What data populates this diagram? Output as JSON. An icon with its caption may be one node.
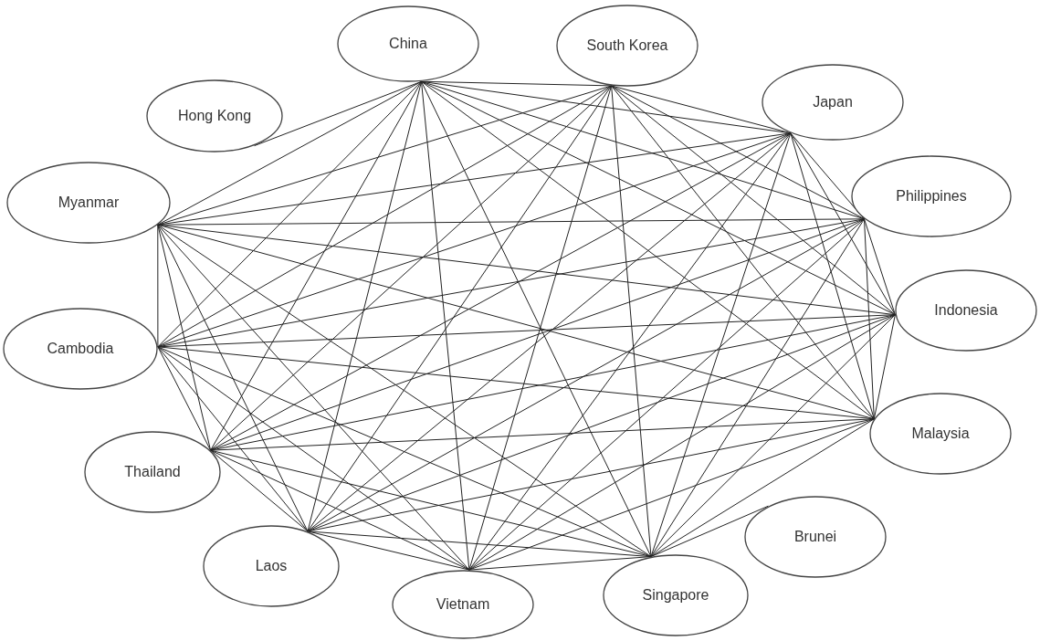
{
  "diagram": {
    "nodes": [
      {
        "text": [
          "Hong Kong"
        ]
      },
      {
        "text": [
          "China"
        ]
      },
      {
        "text": [
          "South Korea"
        ]
      },
      {
        "text": [
          "Japan"
        ]
      },
      {
        "text": [
          "Myanmar"
        ]
      },
      {
        "text": [
          "Philippines"
        ]
      },
      {
        "text": [
          "Indonesia"
        ]
      },
      {
        "text": [
          "Cambodia"
        ]
      },
      {
        "text": [
          "Malaysia"
        ]
      },
      {
        "text": [
          "Thailand"
        ]
      },
      {
        "text": [
          "Brunei"
        ]
      },
      {
        "text": [
          "Laos"
        ]
      },
      {
        "text": [
          "Singapore"
        ]
      },
      {
        "text": [
          "Vietnam"
        ]
      }
    ],
    "edges": [
      {
        "from": 0,
        "to": 1,
        "arrow": "none"
      },
      {
        "from": 1,
        "to": 2,
        "arrow": "none"
      },
      {
        "from": 1,
        "to": 3,
        "arrow": "none"
      },
      {
        "from": 1,
        "to": 4,
        "arrow": "none"
      },
      {
        "from": 1,
        "to": 5,
        "arrow": "none"
      },
      {
        "from": 1,
        "to": 6,
        "arrow": "none"
      },
      {
        "from": 1,
        "to": 7,
        "arrow": "none"
      },
      {
        "from": 1,
        "to": 8,
        "arrow": "none"
      },
      {
        "from": 1,
        "to": 9,
        "arrow": "none"
      },
      {
        "from": 1,
        "to": 11,
        "arrow": "none"
      },
      {
        "from": 1,
        "to": 12,
        "arrow": "none"
      },
      {
        "from": 1,
        "to": 13,
        "arrow": "none"
      },
      {
        "from": 2,
        "to": 3,
        "arrow": "none"
      },
      {
        "from": 2,
        "to": 4,
        "arrow": "none"
      },
      {
        "from": 2,
        "to": 5,
        "arrow": "none"
      },
      {
        "from": 2,
        "to": 6,
        "arrow": "none"
      },
      {
        "from": 2,
        "to": 7,
        "arrow": "none"
      },
      {
        "from": 2,
        "to": 8,
        "arrow": "none"
      },
      {
        "from": 2,
        "to": 9,
        "arrow": "none"
      },
      {
        "from": 2,
        "to": 11,
        "arrow": "none"
      },
      {
        "from": 2,
        "to": 12,
        "arrow": "none"
      },
      {
        "from": 2,
        "to": 13,
        "arrow": "none"
      },
      {
        "from": 3,
        "to": 4,
        "arrow": "none"
      },
      {
        "from": 3,
        "to": 5,
        "arrow": "none"
      },
      {
        "from": 3,
        "to": 6,
        "arrow": "none"
      },
      {
        "from": 3,
        "to": 7,
        "arrow": "none"
      },
      {
        "from": 3,
        "to": 8,
        "arrow": "none"
      },
      {
        "from": 3,
        "to": 9,
        "arrow": "none"
      },
      {
        "from": 3,
        "to": 11,
        "arrow": "none"
      },
      {
        "from": 3,
        "to": 12,
        "arrow": "none"
      },
      {
        "from": 3,
        "to": 13,
        "arrow": "none"
      },
      {
        "from": 4,
        "to": 5,
        "arrow": "none"
      },
      {
        "from": 4,
        "to": 6,
        "arrow": "none"
      },
      {
        "from": 4,
        "to": 7,
        "arrow": "none"
      },
      {
        "from": 4,
        "to": 8,
        "arrow": "none"
      },
      {
        "from": 4,
        "to": 9,
        "arrow": "none"
      },
      {
        "from": 4,
        "to": 11,
        "arrow": "none"
      },
      {
        "from": 4,
        "to": 12,
        "arrow": "none"
      },
      {
        "from": 4,
        "to": 13,
        "arrow": "none"
      },
      {
        "from": 5,
        "to": 6,
        "arrow": "none"
      },
      {
        "from": 5,
        "to": 7,
        "arrow": "none"
      },
      {
        "from": 5,
        "to": 8,
        "arrow": "none"
      },
      {
        "from": 5,
        "to": 9,
        "arrow": "none"
      },
      {
        "from": 5,
        "to": 11,
        "arrow": "none"
      },
      {
        "from": 5,
        "to": 12,
        "arrow": "none"
      },
      {
        "from": 5,
        "to": 13,
        "arrow": "none"
      },
      {
        "from": 6,
        "to": 7,
        "arrow": "none"
      },
      {
        "from": 6,
        "to": 8,
        "arrow": "none"
      },
      {
        "from": 6,
        "to": 9,
        "arrow": "none"
      },
      {
        "from": 6,
        "to": 11,
        "arrow": "none"
      },
      {
        "from": 6,
        "to": 12,
        "arrow": "none"
      },
      {
        "from": 6,
        "to": 13,
        "arrow": "none"
      },
      {
        "from": 7,
        "to": 8,
        "arrow": "none"
      },
      {
        "from": 7,
        "to": 9,
        "arrow": "none"
      },
      {
        "from": 7,
        "to": 11,
        "arrow": "none"
      },
      {
        "from": 7,
        "to": 12,
        "arrow": "none"
      },
      {
        "from": 7,
        "to": 13,
        "arrow": "none"
      },
      {
        "from": 8,
        "to": 9,
        "arrow": "none"
      },
      {
        "from": 8,
        "to": 11,
        "arrow": "none"
      },
      {
        "from": 8,
        "to": 12,
        "arrow": "none"
      },
      {
        "from": 8,
        "to": 13,
        "arrow": "none"
      },
      {
        "from": 9,
        "to": 11,
        "arrow": "none"
      },
      {
        "from": 9,
        "to": 12,
        "arrow": "none"
      },
      {
        "from": 9,
        "to": 13,
        "arrow": "none"
      },
      {
        "from": 10,
        "to": 12,
        "arrow": "none"
      },
      {
        "from": 11,
        "to": 12,
        "arrow": "none"
      },
      {
        "from": 11,
        "to": 13,
        "arrow": "none"
      },
      {
        "from": 12,
        "to": 13,
        "arrow": "none"
      }
    ]
  }
}
